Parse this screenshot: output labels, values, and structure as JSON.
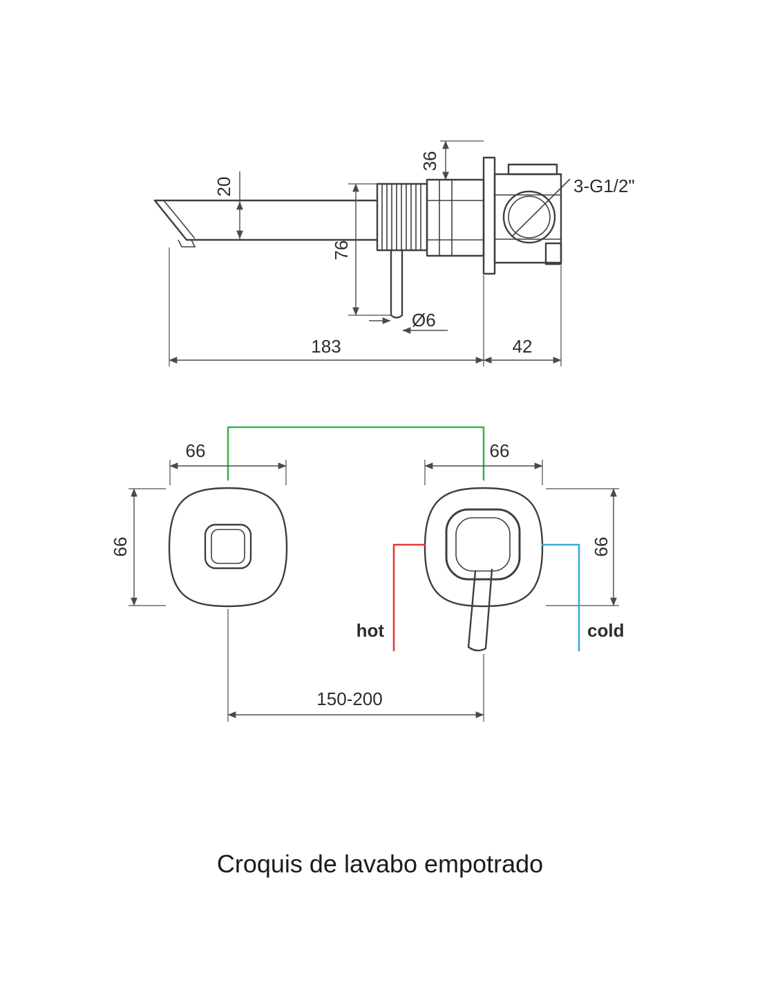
{
  "caption": "Croquis de lavabo empotrado",
  "colors": {
    "outline": "#3e3e3e",
    "dimension": "#4a4a4a",
    "connector_green": "#3db24a",
    "hot_red": "#e03a36",
    "cold_blue": "#36a9e1"
  },
  "side_view": {
    "dims": {
      "spout_tube_height": "20",
      "trim_depth": "36",
      "stem_length": "76",
      "stem_diameter": "Ø6",
      "spout_reach": "183",
      "inwall_depth": "42"
    },
    "thread_label": "3-G1/2\""
  },
  "front_view": {
    "dims": {
      "spout_plate_width": "66",
      "spout_plate_height": "66",
      "handle_plate_width": "66",
      "handle_plate_height": "66",
      "center_distance": "150-200"
    },
    "hot_label": "hot",
    "cold_label": "cold"
  }
}
